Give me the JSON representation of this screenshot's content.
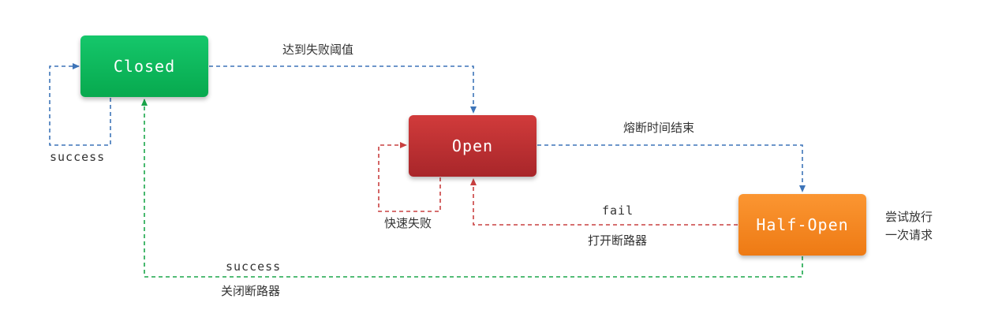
{
  "states": {
    "closed": "Closed",
    "open": "Open",
    "half_open": "Half-Open"
  },
  "transitions": {
    "closed_success": "success",
    "closed_to_open": "达到失败阈值",
    "open_fast_fail": "快速失败",
    "open_to_half_open": "熔断时间结束",
    "half_open_fail": "fail",
    "half_open_fail_action": "打开断路器",
    "half_open_note_line1": "尝试放行",
    "half_open_note_line2": "一次请求",
    "half_open_success": "success",
    "half_open_success_action": "关闭断路器"
  },
  "colors": {
    "closed": "#07a94e",
    "open": "#b72e30",
    "half_open": "#f5861d",
    "blue_arrow": "#3d74b8",
    "red_arrow": "#c94040",
    "green_arrow": "#1aa64a"
  }
}
